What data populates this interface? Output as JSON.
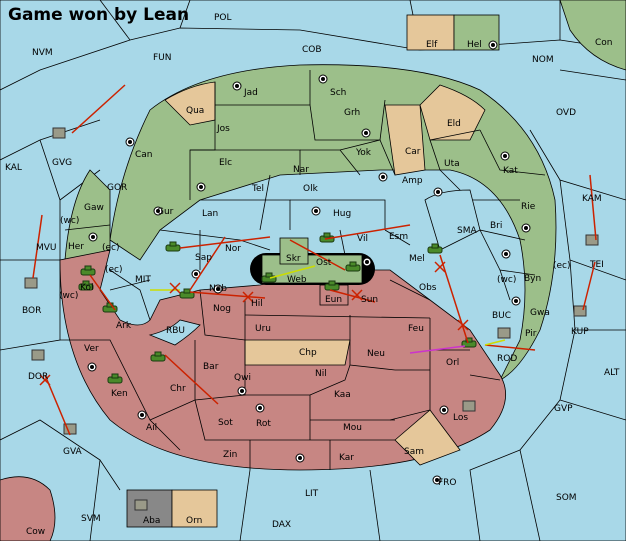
{
  "title": "Game won by Lean",
  "title_sub": "POL",
  "colors": {
    "sea": "#a8d8e8",
    "green": "#9cbf8a",
    "red": "#c78683",
    "tan": "#e5c79a",
    "grey": "#888888",
    "order": "#cc2200",
    "support": "#ccdd00",
    "convoy": "#cc33cc"
  },
  "sea_labels": [
    "NVM",
    "FUN",
    "COB",
    "NOM",
    "Con",
    "OVD",
    "KAL",
    "GVG",
    "GOR",
    "KAM",
    "TEI",
    "MVU",
    "BOR",
    "MIT",
    "SMA",
    "KUP",
    "RBU",
    "BUC",
    "ROD",
    "ALT",
    "DOR",
    "GVP",
    "GVA",
    "LIT",
    "FRO",
    "SOM",
    "SVM",
    "DAX",
    "Cow",
    "(wc)",
    "(ec)"
  ],
  "green_labels": [
    "Jad",
    "Sch",
    "Qua",
    "Jos",
    "Grh",
    "Can",
    "Car",
    "Eld",
    "Elc",
    "Nar",
    "Yok",
    "Uta",
    "Kat",
    "Tel",
    "Olk",
    "Amp",
    "Gaw",
    "Gur",
    "Lan",
    "Hug",
    "Rie",
    "Bri",
    "Her",
    "Sap",
    "Nor",
    "Vil",
    "Esm",
    "Byn",
    "Gwa",
    "Ark",
    "Pir",
    "Elf",
    "Hel"
  ],
  "red_labels": [
    "Skr",
    "Ost",
    "Web",
    "Mel",
    "Kol",
    "Nab",
    "Eun",
    "Sun",
    "Obs",
    "Hil",
    "Nog",
    "Uru",
    "Feu",
    "Ver",
    "Chp",
    "Neu",
    "Orl",
    "Bar",
    "Qwi",
    "Nil",
    "Chr",
    "Ken",
    "Kaa",
    "Los",
    "Ail",
    "Sot",
    "Rot",
    "Mou",
    "Sam",
    "Zin",
    "Kar",
    "Aba",
    "Orn"
  ]
}
